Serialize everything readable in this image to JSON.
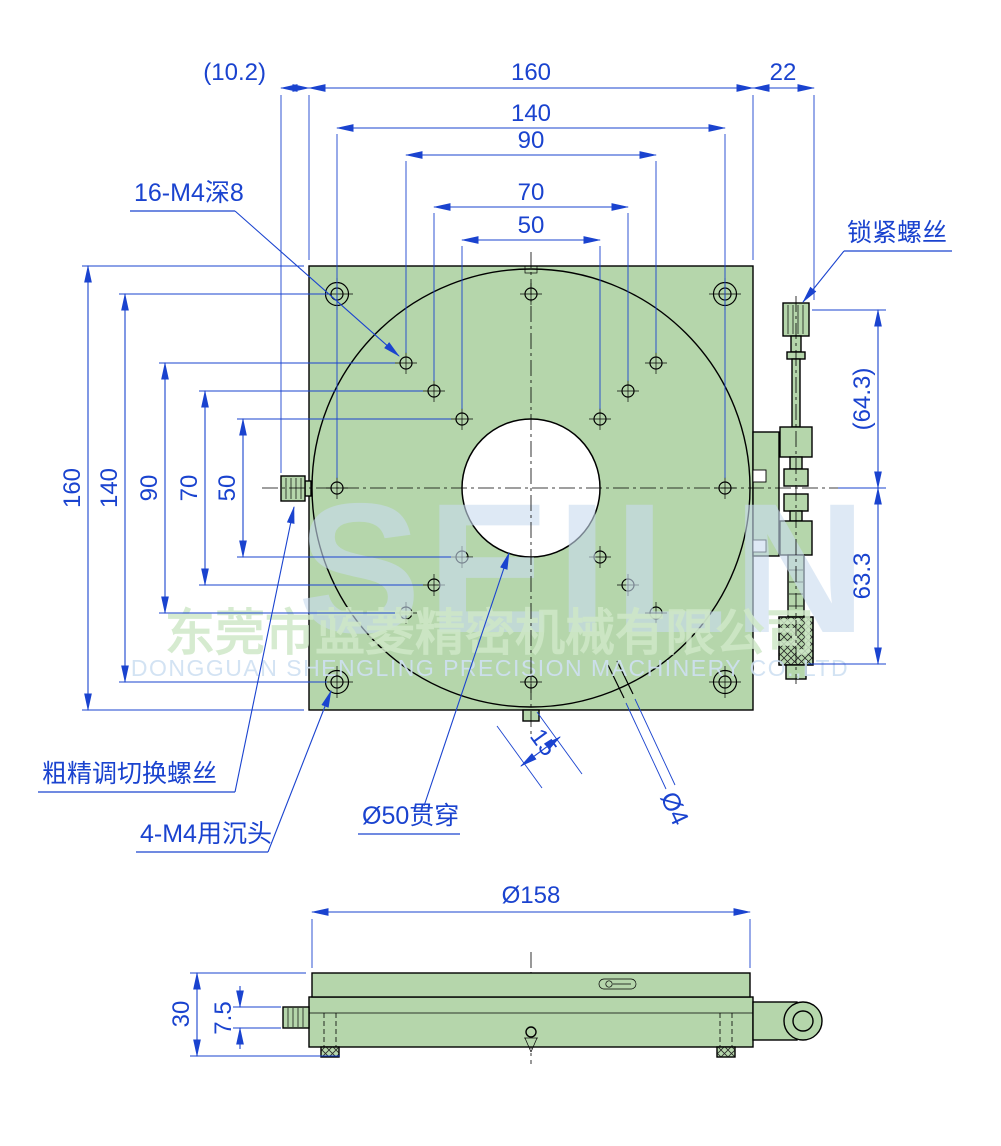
{
  "drawing": {
    "annotations": {
      "hole_spec": "16-M4深8",
      "lock_screw": "锁紧螺丝",
      "coarse_fine_screw": "粗精调切换螺丝",
      "counterbore": "4-M4用沉头",
      "through_hole": "Ø50贯穿",
      "pin_hole": "Ø4"
    },
    "dims_top": {
      "left_offset": "(10.2)",
      "width": "160",
      "right_offset": "22",
      "p140": "140",
      "p90": "90",
      "p70": "70",
      "p50": "50"
    },
    "dims_left": {
      "h160": "160",
      "h140": "140",
      "h90": "90",
      "h70": "70",
      "h50": "50"
    },
    "dims_right": {
      "upper": "(64.3)",
      "lower": "63.3"
    },
    "dims_misc": {
      "pin_offset": "15"
    },
    "side_view": {
      "diameter": "Ø158",
      "height": "30",
      "step": "7.5"
    }
  },
  "watermark": {
    "brand": "SEILN",
    "company_cn": "东莞市蓝菱精密机械有限公司",
    "company_en": "DONGGUAN SHENGLING PRECISION MACHINERY CO.,LTD"
  },
  "colors": {
    "dimension_blue": "#1a43cf",
    "body_green": "#b5d6ab",
    "outline_black": "#000000"
  }
}
